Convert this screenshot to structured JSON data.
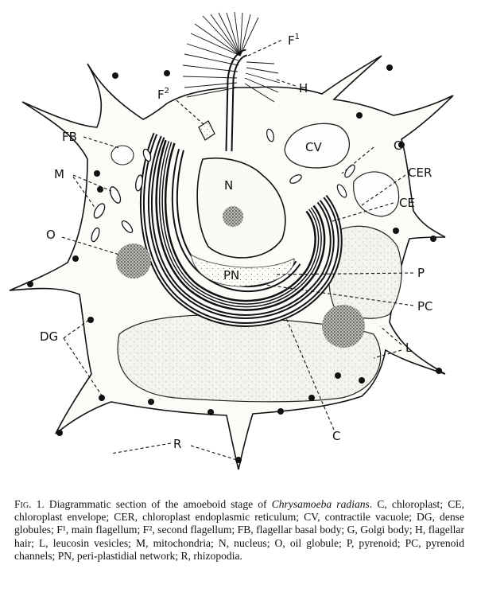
{
  "labels": {
    "F1": "F",
    "F1_sup": "1",
    "F2": "F",
    "F2_sup": "2",
    "H": "H",
    "FB": "FB",
    "CV": "CV",
    "G": "G",
    "M": "M",
    "CER": "CER",
    "N": "N",
    "CE": "CE",
    "O": "O",
    "P": "P",
    "PN": "PN",
    "PC": "PC",
    "DG": "DG",
    "L": "L",
    "C": "C",
    "R": "R"
  },
  "caption": {
    "lead": "Fig. 1.",
    "text_before_species": " Diagrammatic section of the amoeboid stage of ",
    "species": "Chrysamoeba radians",
    "text_after_species": ". C, chloroplast; CE, chloroplast envelope; CER, chloroplast endoplasmic reticulum; CV, contractile vacuole; DG, dense globules; F¹, main flagellum; F², second flagellum; FB, flagellar basal body; G, Golgi body; H, flagellar hair; L, leucosin vesicles; M, mitochondria; N, nucleus; O, oil globule; P, pyrenoid; PC, pyrenoid channels; PN, peri-plastidial network; R, rhizopodia."
  }
}
